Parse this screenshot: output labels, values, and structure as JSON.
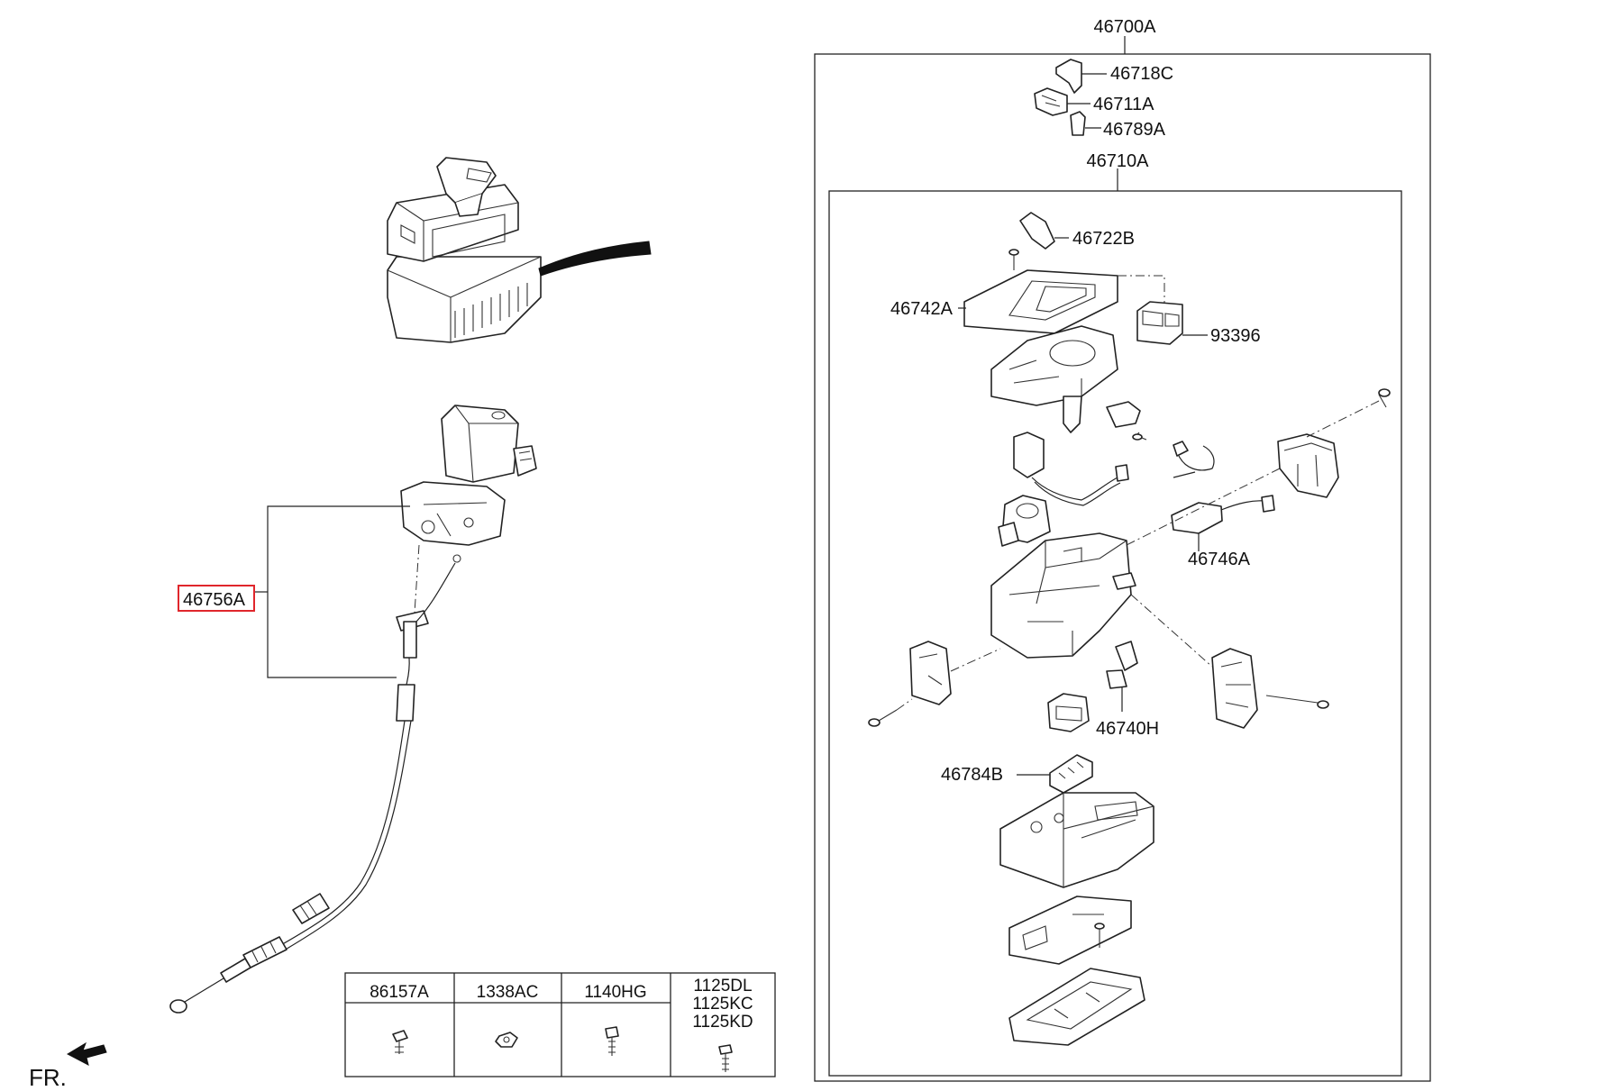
{
  "labels": {
    "assembly": "46700A",
    "knob_cover": "46718C",
    "knob_switch": "46711A",
    "knob_clip": "46789A",
    "lever_assembly": "46710A",
    "boot": "46722B",
    "indicator_panel": "46742A",
    "switch_block": "93396",
    "sensor_harness": "46746A",
    "connector_bracket": "46740H",
    "pad": "46784B",
    "shift_cable": "46756A"
  },
  "fasteners": {
    "headers": [
      "86157A",
      "1338AC",
      "1140HG",
      "1125DL",
      "1125KC",
      "1125KD"
    ]
  },
  "direction_label": "FR.",
  "highlight_color": "#e0262c"
}
